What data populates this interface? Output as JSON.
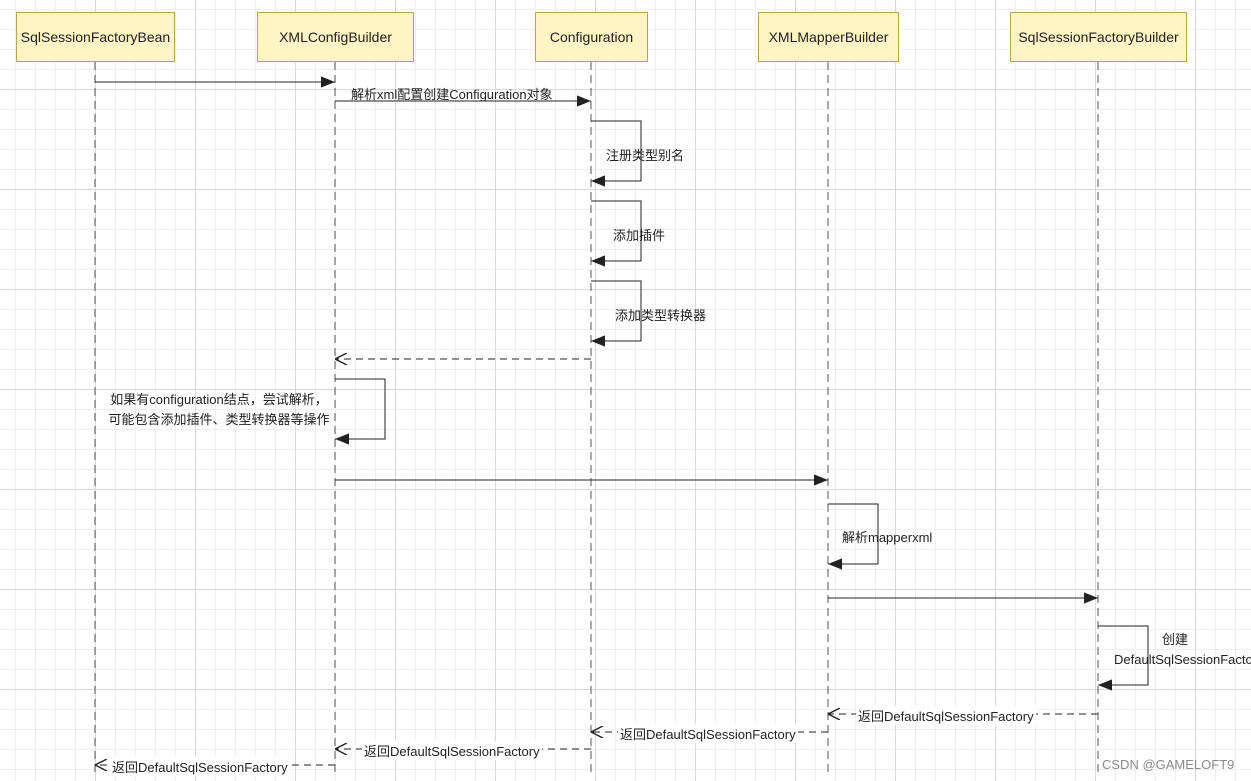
{
  "actors": [
    "SqlSessionFactoryBean",
    "XMLConfigBuilder",
    "Configuration",
    "XMLMapperBuilder",
    "SqlSessionFactoryBuilder"
  ],
  "messages": {
    "parse_xml": "解析xml配置创建Configuration对象",
    "register_alias": "注册类型别名",
    "add_plugin": "添加插件",
    "add_type_handler": "添加类型转换器",
    "parse_configuration_node": "如果有configuration结点，尝试解析，可能包含添加插件、类型转换器等操作",
    "parse_mapper_xml": "解析mapperxml",
    "create_factory": "创建DefaultSqlSessionFactory",
    "return_to_mapper_builder": "返回DefaultSqlSessionFactory",
    "return_to_configuration": "返回DefaultSqlSessionFactory",
    "return_to_config_builder": "返回DefaultSqlSessionFactory",
    "return_to_factory_bean": "返回DefaultSqlSessionFactory"
  },
  "watermark": "CSDN @GAMELOFT9"
}
